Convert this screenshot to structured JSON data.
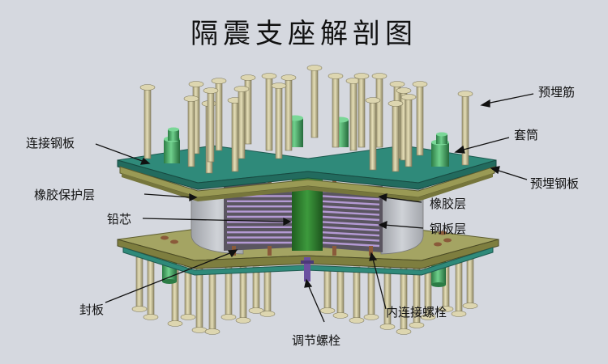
{
  "title": "隔震支座解剖图",
  "labels": {
    "embedded_rebar": "预埋筋",
    "sleeve": "套筒",
    "connecting_steel_plate": "连接钢板",
    "embedded_steel_plate": "预埋钢板",
    "rubber_protective_layer": "橡胶保护层",
    "rubber_layer": "橡胶层",
    "lead_core": "铅芯",
    "steel_plate_layer": "钢板层",
    "sealing_plate": "封板",
    "inner_connecting_bolt": "内连接螺栓",
    "adjusting_bolt": "调节螺栓"
  },
  "colors": {
    "background": "#d5d8df",
    "steel_plate_teal": "#2f8a7a",
    "embedded_plate_olive": "#9a9a55",
    "rubber_grey": "#b9bcc2",
    "rubber_layer_lines": "#a58fc3",
    "lead_core_green": "#2f7a2f",
    "rebar_beige": "#c9c19a",
    "sleeve_green": "#3aa05a",
    "bolt_brown": "#8a5a3a"
  }
}
